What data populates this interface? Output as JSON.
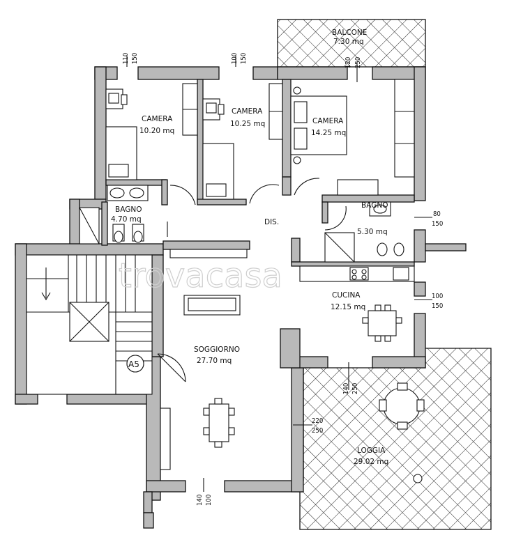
{
  "rooms": {
    "balcone": {
      "name": "BALCONE",
      "area": "7.30 mq"
    },
    "camera1": {
      "name": "CAMERA",
      "area": "10.20 mq"
    },
    "camera2": {
      "name": "CAMERA",
      "area": "10.25 mq"
    },
    "camera3": {
      "name": "CAMERA",
      "area": "14.25 mq"
    },
    "bagno1": {
      "name": "BAGNO",
      "area": "4.70 mq"
    },
    "dis": {
      "name": "DIS."
    },
    "bagno2": {
      "name": "BAGNO",
      "area": "5.30 mq"
    },
    "cucina": {
      "name": "CUCINA",
      "area": "12.15 mq"
    },
    "soggiorno": {
      "name": "SOGGIORNO",
      "area": "27.70 mq"
    },
    "loggia": {
      "name": "LOGGIA",
      "area": "29.02 mq"
    }
  },
  "unit_label": "A5",
  "watermark": "trovacasa",
  "dimensions": {
    "d1": [
      "110",
      "150"
    ],
    "d2": [
      "100",
      "150"
    ],
    "d3": [
      "120",
      "250"
    ],
    "d4": [
      "80",
      "150"
    ],
    "d5": [
      "100",
      "150"
    ],
    "d6": [
      "140",
      "250"
    ],
    "d7": [
      "220",
      "250"
    ],
    "d8": [
      "140",
      "100"
    ]
  },
  "colors": {
    "wall_fill": "#b9b9b9",
    "line": "#111111"
  }
}
